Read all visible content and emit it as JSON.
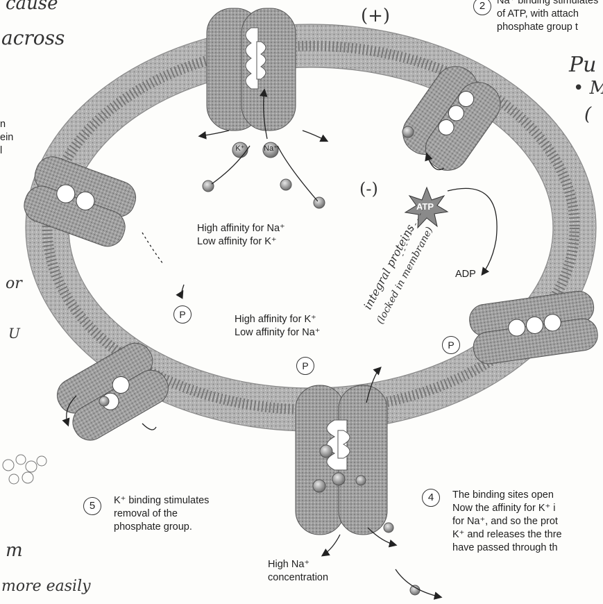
{
  "handwriting": {
    "top_left": "cause",
    "across": "across",
    "plus": "(+)",
    "minus": "(-)",
    "pu": "Pu",
    "bullet_m": "• M",
    "paren": "(",
    "integral_line1": "integral proteins",
    "integral_line2": "(locked in membrane)",
    "left_mid_1": "or",
    "left_mid_2": "U",
    "bottom_left_1": "m",
    "bottom_left_2": "more easily"
  },
  "left_edge_text": [
    "n",
    "ein",
    "l"
  ],
  "step2": {
    "number": "2",
    "line1": "Na⁺ binding stimulates",
    "line2": "of ATP, with attach",
    "line3": "phosphate group t"
  },
  "step4": {
    "number": "4",
    "line1": "The binding sites open",
    "line2": "Now the affinity for K⁺ i",
    "line3": "for Na⁺, and so the prot",
    "line4": "K⁺ and releases the thre",
    "line5": "have passed through th"
  },
  "step5": {
    "number": "5",
    "line1": "K⁺ binding stimulates",
    "line2": "removal of the",
    "line3": "phosphate group."
  },
  "center_top": {
    "line1": "High affinity for Na⁺",
    "line2": "Low affinity for K⁺"
  },
  "center_bottom": {
    "line1": "High affinity for K⁺",
    "line2": "Low affinity for Na⁺"
  },
  "bottom_label": {
    "line1": "High Na⁺",
    "line2": "concentration"
  },
  "ion_labels": {
    "k": "K⁺",
    "na": "Na⁺"
  },
  "atp": "ATP",
  "adp": "ADP",
  "phosphate": "P",
  "colors": {
    "membrane": "#c4c4c4",
    "protein": "#9d9d9d",
    "ink": "#222222"
  }
}
